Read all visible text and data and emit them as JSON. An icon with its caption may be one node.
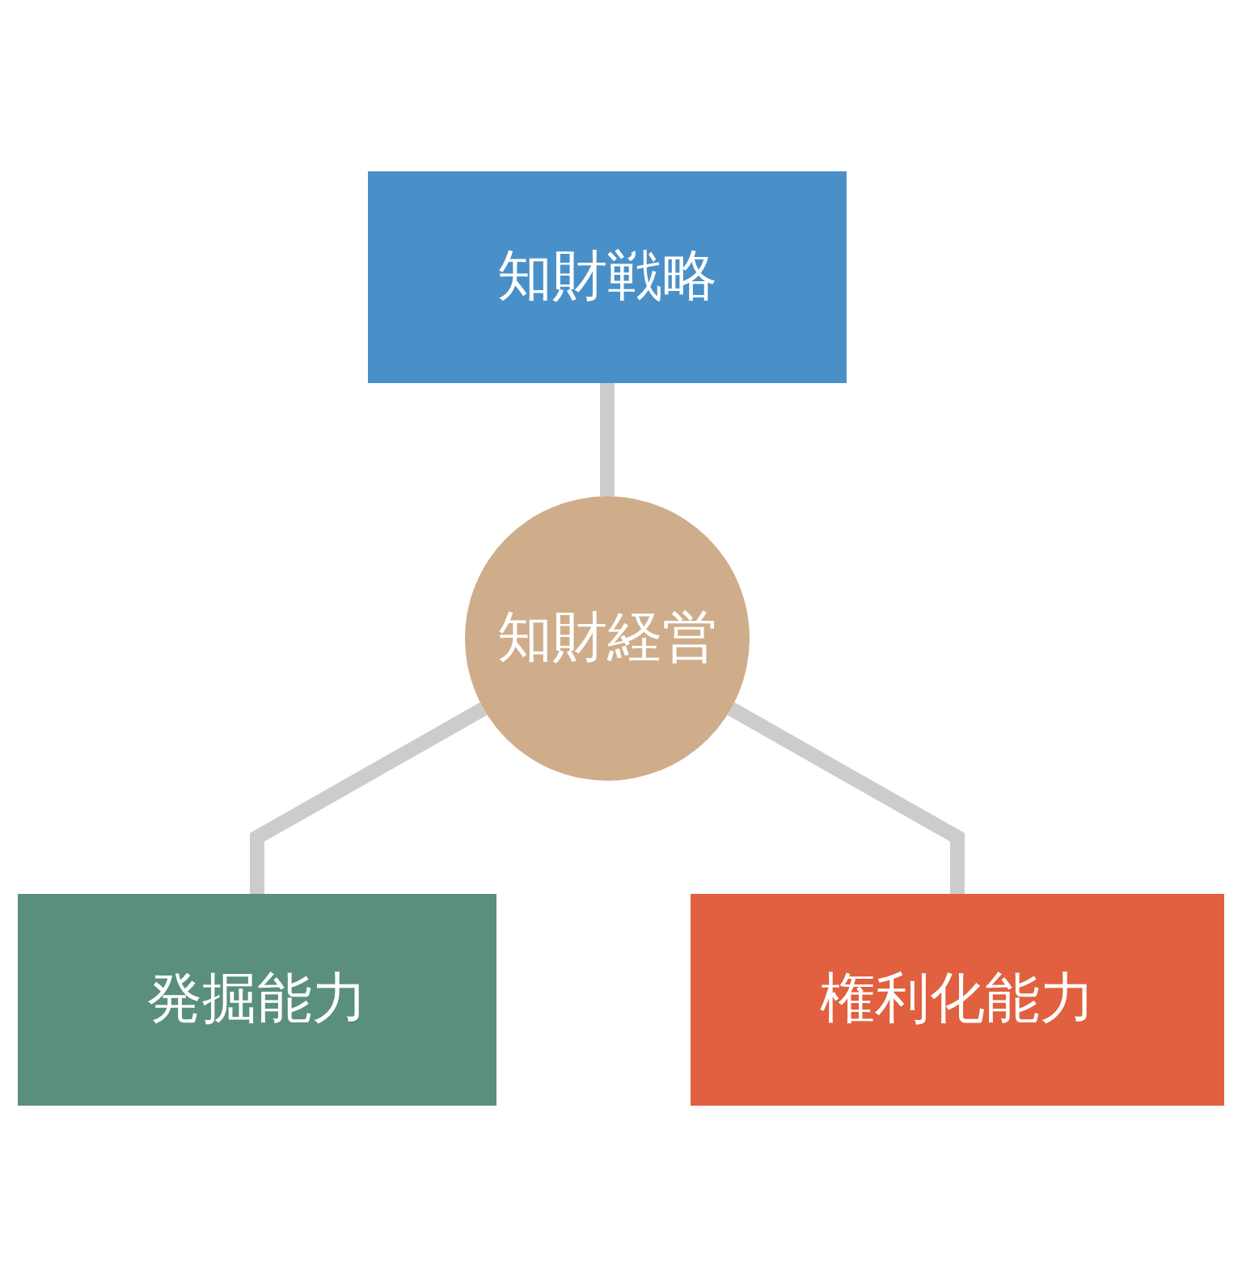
{
  "diagram": {
    "nodes": [
      {
        "text": [
          "知財戦略"
        ]
      },
      {
        "text": [
          "知財経営"
        ]
      },
      {
        "text": [
          "発掘能力"
        ]
      },
      {
        "text": [
          "権利化能力"
        ]
      }
    ],
    "edges": [
      {
        "from": 0,
        "to": 1,
        "arrow": "none"
      },
      {
        "from": 1,
        "to": 2,
        "arrow": "none"
      },
      {
        "from": 1,
        "to": 3,
        "arrow": "none"
      }
    ]
  }
}
